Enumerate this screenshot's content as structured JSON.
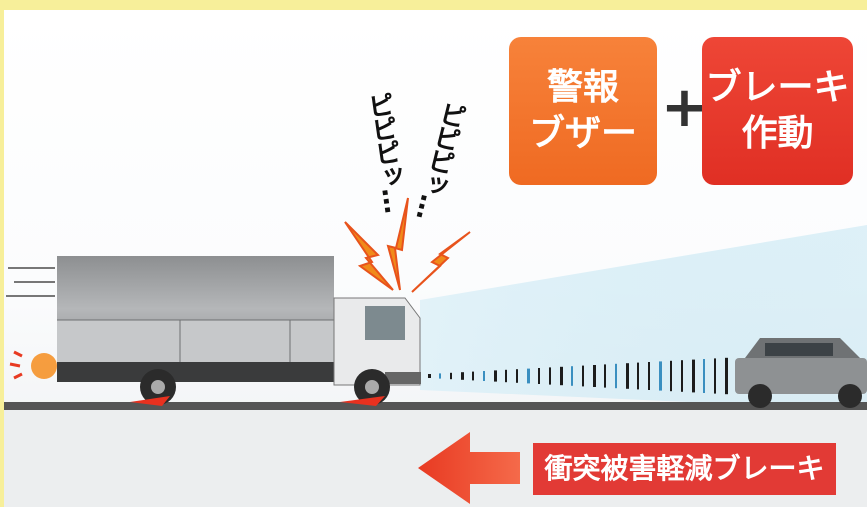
{
  "boxes": {
    "warning": {
      "line1": "警報",
      "line2": "ブザー"
    },
    "plus": "+",
    "brake": {
      "line1": "ブレーキ",
      "line2": "作動"
    }
  },
  "sound_text": {
    "left": "ピピピッ…",
    "right": "ピピピッ…"
  },
  "cmbs_label": "衝突被害軽減ブレーキ",
  "colors": {
    "background": "#f7ef9a",
    "warning_box": "#f07a2e",
    "brake_box": "#e2352a",
    "label_red": "#e23a35"
  }
}
